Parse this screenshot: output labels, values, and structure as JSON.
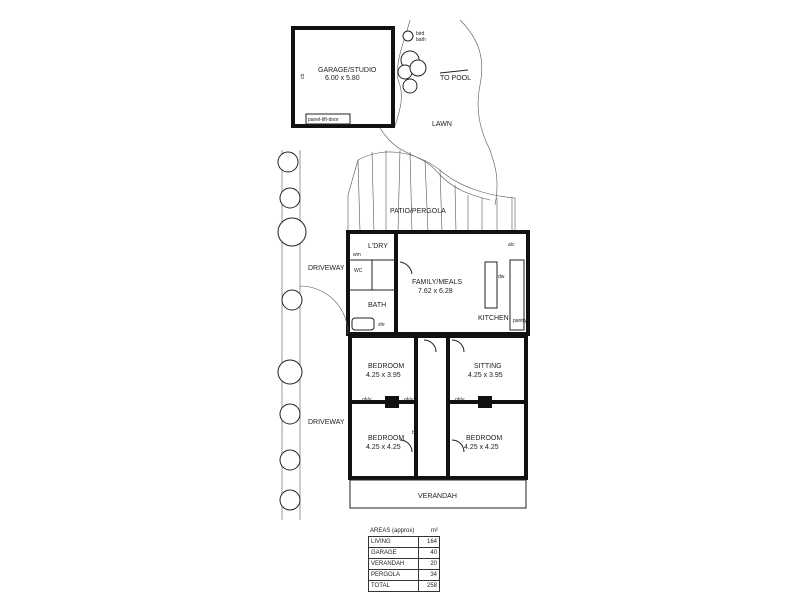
{
  "rooms": {
    "garage": {
      "label": "GARAGE/STUDIO",
      "dims": "6.00 x 5.80"
    },
    "panel_door": "panel-lift-door",
    "carport_note": "cb",
    "bird_bath": [
      "bird",
      "bath"
    ],
    "to_pool": "TO POOL",
    "lawn": "LAWN",
    "patio": "PATIO/PERGOLA",
    "ldry": "L'DRY",
    "wm": "wm",
    "wc": "WC",
    "bath": "BATH",
    "shr": "shr",
    "family": {
      "label": "FAMILY/MEALS",
      "dims": "7.62 x 6.28"
    },
    "ac": "a/c",
    "dw": "dw",
    "kitchen": "KITCHEN",
    "pantry": "pantry",
    "bedroom1": {
      "label": "BEDROOM",
      "dims": "4.25 x 3.95"
    },
    "sitting": {
      "label": "SITTING",
      "dims": "4.25 x 3.95"
    },
    "bedroom2": {
      "label": "BEDROOM",
      "dims": "4.25 x 4.25"
    },
    "bedroom3": {
      "label": "BEDROOM",
      "dims": "4.25 x 4.25"
    },
    "ohlv": "oh/v",
    "bir": "bir",
    "verandah": "VERANDAH",
    "driveway": "DRIVEWAY"
  },
  "areas": {
    "header": "AREAS (approx)",
    "unit": "m²",
    "rows": [
      {
        "name": "LIVING",
        "value": "164"
      },
      {
        "name": "GARAGE",
        "value": "40"
      },
      {
        "name": "VERANDAH",
        "value": "20"
      },
      {
        "name": "PERGOLA",
        "value": "34"
      },
      {
        "name": "TOTAL",
        "value": "258"
      }
    ]
  }
}
